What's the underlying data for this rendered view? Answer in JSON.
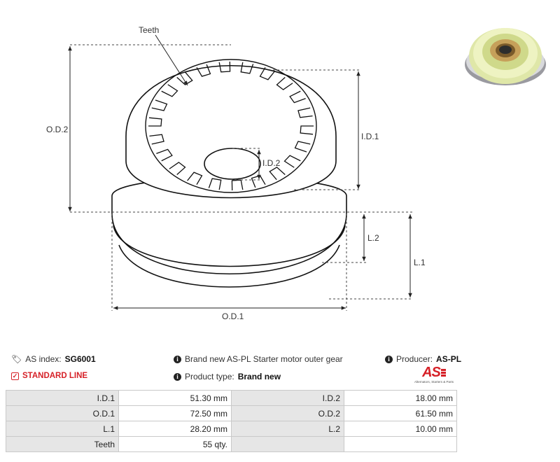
{
  "diagram": {
    "labels": {
      "teeth": "Teeth",
      "od2": "O.D.2",
      "id1": "I.D.1",
      "id2": "I.D.2",
      "l2": "L.2",
      "l1": "L.1",
      "od1": "O.D.1"
    }
  },
  "info": {
    "as_index_label": "AS index:",
    "as_index_value": "SG6001",
    "standard_line": "STANDARD LINE",
    "description": "Brand new AS-PL Starter motor outer gear",
    "product_type_label": "Product type:",
    "product_type_value": "Brand new",
    "producer_label": "Producer:",
    "producer_value": "AS-PL",
    "logo_text": "AS",
    "logo_subtitle": "Alternators, Starters & Parts"
  },
  "specs": [
    {
      "k1": "I.D.1",
      "v1": "51.30 mm",
      "k2": "I.D.2",
      "v2": "18.00 mm"
    },
    {
      "k1": "O.D.1",
      "v1": "72.50 mm",
      "k2": "O.D.2",
      "v2": "61.50 mm"
    },
    {
      "k1": "L.1",
      "v1": "28.20 mm",
      "k2": "L.2",
      "v2": "10.00 mm"
    },
    {
      "k1": "Teeth",
      "v1": "55 qty.",
      "k2": "",
      "v2": ""
    }
  ],
  "colors": {
    "accent": "#d62027",
    "table_key_bg": "#e6e6e6",
    "table_border": "#c9c9c9"
  },
  "icons": [
    "tag-icon",
    "check-square-icon",
    "info-icon"
  ]
}
